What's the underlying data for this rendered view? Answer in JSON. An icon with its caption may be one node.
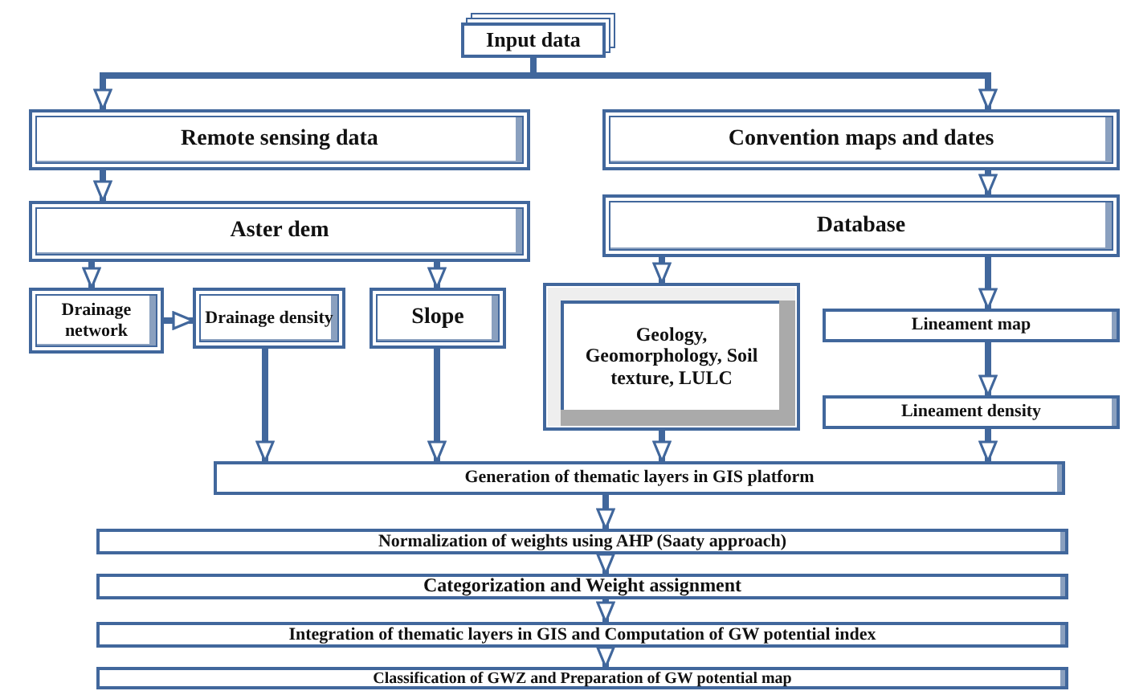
{
  "diagram": {
    "nodes": [
      {
        "text": [
          "Input data"
        ]
      },
      {
        "text": [
          "Remote sensing data"
        ]
      },
      {
        "text": [
          "Convention maps and dates"
        ]
      },
      {
        "text": [
          "Aster dem"
        ]
      },
      {
        "text": [
          "Database"
        ]
      },
      {
        "text": [
          "Drainage network"
        ]
      },
      {
        "text": [
          "Drainage density"
        ]
      },
      {
        "text": [
          "Slope"
        ]
      },
      {
        "text": [
          "Geology, Geomorphology, Soil texture, LULC"
        ]
      },
      {
        "text": [
          "Lineament map"
        ]
      },
      {
        "text": [
          "Lineament density"
        ]
      },
      {
        "text": [
          "Generation of thematic layers in GIS platform"
        ]
      },
      {
        "text": [
          "Normalization of weights using AHP (Saaty approach)"
        ]
      },
      {
        "text": [
          "Categorization and Weight assignment"
        ]
      },
      {
        "text": [
          "Integration of thematic layers in GIS and Computation of GW potential index"
        ]
      },
      {
        "text": [
          "Classification of GWZ and Preparation of GW potential map"
        ]
      }
    ],
    "edges": [
      {
        "from": 0,
        "to": 1,
        "arrow": "to"
      },
      {
        "from": 0,
        "to": 2,
        "arrow": "to"
      },
      {
        "from": 1,
        "to": 3,
        "arrow": "to"
      },
      {
        "from": 2,
        "to": 4,
        "arrow": "to"
      },
      {
        "from": 3,
        "to": 5,
        "arrow": "to"
      },
      {
        "from": 3,
        "to": 7,
        "arrow": "to"
      },
      {
        "from": 5,
        "to": 6,
        "arrow": "to"
      },
      {
        "from": 4,
        "to": 8,
        "arrow": "to"
      },
      {
        "from": 4,
        "to": 9,
        "arrow": "to"
      },
      {
        "from": 9,
        "to": 10,
        "arrow": "to"
      },
      {
        "from": 6,
        "to": 11,
        "arrow": "to"
      },
      {
        "from": 7,
        "to": 11,
        "arrow": "to"
      },
      {
        "from": 8,
        "to": 11,
        "arrow": "to"
      },
      {
        "from": 10,
        "to": 11,
        "arrow": "to"
      },
      {
        "from": 11,
        "to": 12,
        "arrow": "to"
      },
      {
        "from": 12,
        "to": 13,
        "arrow": "to"
      },
      {
        "from": 13,
        "to": 14,
        "arrow": "to"
      },
      {
        "from": 14,
        "to": 15,
        "arrow": "to"
      }
    ]
  }
}
